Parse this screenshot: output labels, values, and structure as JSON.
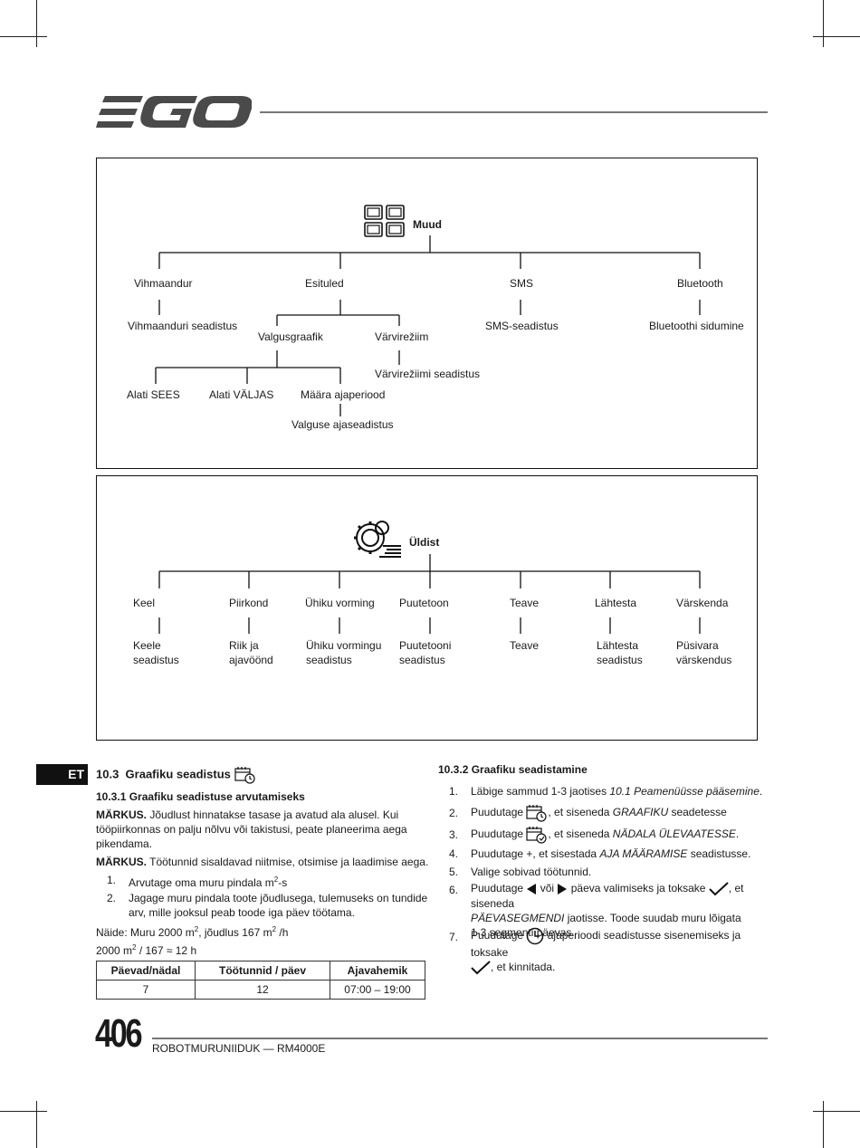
{
  "brand": {
    "logo": "EGO"
  },
  "menu_other": {
    "root": "Muud",
    "rain": {
      "label": "Vihmaandur",
      "child": "Vihmaanduri seadistus"
    },
    "lights": {
      "label": "Esituled",
      "graph": {
        "label": "Valgusgraafik",
        "children": [
          "Alati SEES",
          "Alati VÄLJAS",
          "Määra ajaperiood"
        ],
        "period_child": "Valguse ajaseadistus"
      },
      "color": {
        "label": "Värvirežiim",
        "child": "Värvirežiimi seadistus"
      }
    },
    "sms": {
      "label": "SMS",
      "child": "SMS-seadistus"
    },
    "bt": {
      "label": "Bluetooth",
      "child": "Bluetoothi sidumine"
    }
  },
  "menu_general": {
    "root": "Üldist",
    "items": [
      {
        "label": "Keel",
        "child_l1": "Keele",
        "child_l2": "seadistus"
      },
      {
        "label": "Piirkond",
        "child_l1": "Riik ja",
        "child_l2": "ajavöönd"
      },
      {
        "label": "Ühiku vorming",
        "child_l1": "Ühiku vormingu",
        "child_l2": "seadistus"
      },
      {
        "label": "Puutetoon",
        "child_l1": "Puutetooni",
        "child_l2": "seadistus"
      },
      {
        "label": "Teave",
        "child_l1": "Teave",
        "child_l2": ""
      },
      {
        "label": "Lähtesta",
        "child_l1": "Lähtesta",
        "child_l2": "seadistus"
      },
      {
        "label": "Värskenda",
        "child_l1": "Püsivara",
        "child_l2": "värskendus"
      }
    ]
  },
  "lang_tab": "ET",
  "left": {
    "section_num": "10.3",
    "section_title": "Graafiku seadistus",
    "sub_title": "10.3.1 Graafiku seadistuse arvutamiseks",
    "note1_label": "MÄRKUS.",
    "note1_text": "Jõudlust hinnatakse tasase ja avatud ala alusel. Kui",
    "note1_line2": "tööpiirkonnas on palju nõlvu või takistusi, peate planeerima aega",
    "note1_line3": "pikendama.",
    "note2_label": "MÄRKUS.",
    "note2_text": "Töötunnid sisaldavad niitmise, otsimise ja laadimise aega.",
    "steps": [
      {
        "num": "1.",
        "text": "Arvutage oma muru pindala m",
        "sup": "2",
        "tail": "-s"
      },
      {
        "num": "2.",
        "line1": "Jagage muru pindala toote jõudlusega, tulemuseks on tundide",
        "line2": "arv, mille jooksul peab toode iga päev töötama."
      }
    ],
    "example_a": "Näide: Muru 2000 m",
    "example_sup1": "2",
    "example_b": ", jõudlus 167 m",
    "example_sup2": "2",
    "example_c": " /h",
    "calc_a": "2000 m",
    "calc_sup": "2",
    "calc_b": " / 167 ≈ 12 h",
    "table": {
      "headers": [
        "Päevad/nädal",
        "Töötunnid / päev",
        "Ajavahemik"
      ],
      "row": [
        "7",
        "12",
        "07:00 – 19:00"
      ]
    }
  },
  "right": {
    "sub_title": "10.3.2 Graafiku seadistamine",
    "s1_num": "1.",
    "s1_a": "Läbige sammud 1-3 jaotises ",
    "s1_i": "10.1 Peamenüüsse pääsemine",
    "s1_b": ".",
    "s2_num": "2.",
    "s2_a": "Puudutage ",
    "s2_b": ", et siseneda ",
    "s2_i": "GRAAFIKU",
    "s2_c": " seadetesse",
    "s3_num": "3.",
    "s3_a": "Puudutage ",
    "s3_b": ", et siseneda ",
    "s3_i": "NÄDALA ÜLEVAATESSE",
    "s3_c": ".",
    "s4_num": "4.",
    "s4_a": "Puudutage +, et sisestada ",
    "s4_i": "AJA MÄÄRAMISE",
    "s4_c": " seadistusse.",
    "s5_num": "5.",
    "s5_a": "Valige sobivad töötunnid.",
    "s6_num": "6.",
    "s6_a": "Puudutage ",
    "s6_b": " või ",
    "s6_c": " päeva valimiseks ja toksake ",
    "s6_d": ", et siseneda",
    "s6_i": "PÄEVASEGMENDI",
    "s6_e": " jaotisse. Toode suudab muru lõigata",
    "s6_f": "1-3 segmenti päevas.",
    "s7_num": "7.",
    "s7_a": "Puudutage ",
    "s7_b": " ajaperioodi seadistusse sisenemiseks ja toksake",
    "s7_c": ", et kinnitada."
  },
  "footer": {
    "page": "406",
    "product": "ROBOTMURUNIIDUK — RM4000E"
  }
}
